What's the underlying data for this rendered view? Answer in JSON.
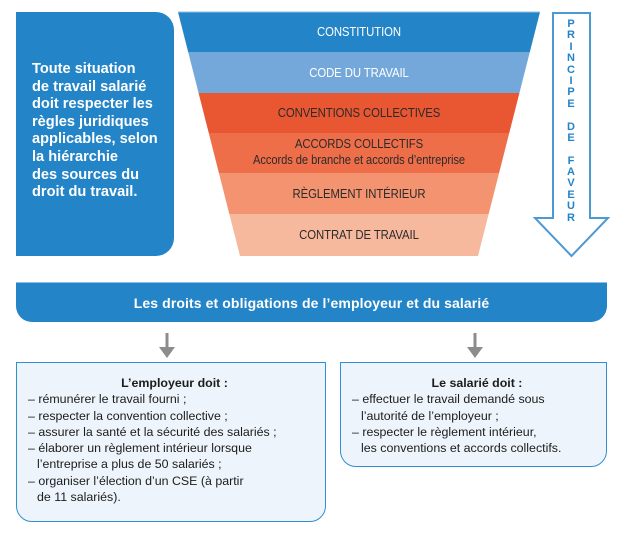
{
  "intro": {
    "lines": [
      "Toute situation",
      "de travail salarié",
      "doit respecter les",
      "règles juridiques",
      "applicables, selon",
      "la hiérarchie",
      "des sources du",
      "droit du travail."
    ]
  },
  "hierarchy": {
    "levels": [
      {
        "label": "CONSTITUTION",
        "sub": "",
        "fill": "#2484c8",
        "text_color": "#ffffff"
      },
      {
        "label": "CODE DU TRAVAIL",
        "sub": "",
        "fill": "#74a8da",
        "text_color": "#ffffff"
      },
      {
        "label": "CONVENTIONS COLLECTIVES",
        "sub": "",
        "fill": "#e95632",
        "text_color": "#2b2b2b"
      },
      {
        "label": "ACCORDS COLLECTIFS",
        "sub": "Accords de branche et accords d’entreprise",
        "fill": "#ee6e49",
        "text_color": "#2b2b2b"
      },
      {
        "label": "RÈGLEMENT INTÉRIEUR",
        "sub": "",
        "fill": "#f3936f",
        "text_color": "#2b2b2b"
      },
      {
        "label": "CONTRAT DE TRAVAIL",
        "sub": "",
        "fill": "#f7b99d",
        "text_color": "#2b2b2b"
      }
    ]
  },
  "principle": {
    "letters": [
      "P",
      "R",
      "I",
      "N",
      "C",
      "I",
      "P",
      "E",
      "",
      "D",
      "E",
      "",
      "F",
      "A",
      "V",
      "E",
      "U",
      "R"
    ],
    "color": "#2484c8"
  },
  "banner": {
    "title": "Les droits et obligations de l’employeur et du salarié"
  },
  "employer": {
    "title": "L’employeur doit :",
    "items": [
      [
        "– rémunérer le travail fourni ;"
      ],
      [
        "– respecter la convention collective ;"
      ],
      [
        "– assurer la santé et la sécurité des salariés ;"
      ],
      [
        "– élaborer un règlement intérieur lorsque",
        "l’entreprise a plus de 50 salariés ;"
      ],
      [
        "– organiser l’élection d’un CSE (à partir",
        "de 11 salariés)."
      ]
    ]
  },
  "employee": {
    "title": "Le salarié doit :",
    "items": [
      [
        "– effectuer le travail demandé sous",
        "l’autorité de l’employeur ;"
      ],
      [
        "– respecter le règlement intérieur,",
        "les conventions et accords collectifs."
      ]
    ]
  },
  "colors": {
    "brand_blue": "#2484c8",
    "arrow_gray": "#8c8c8c",
    "box_fill": "#eef4fb"
  }
}
